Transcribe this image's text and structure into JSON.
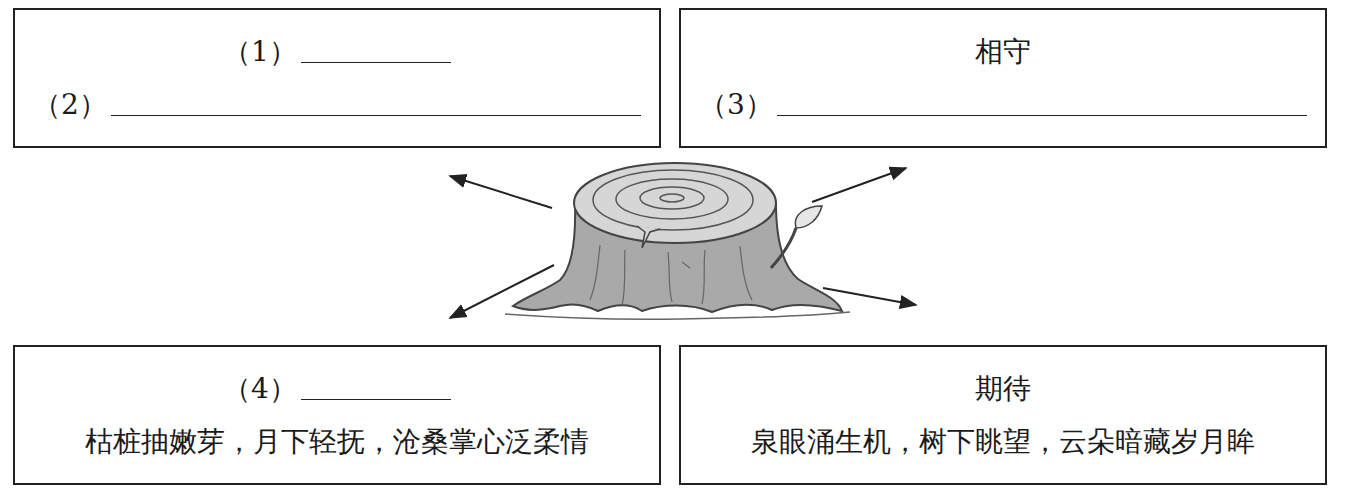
{
  "diagram": {
    "nodes": [
      {
        "text": [
          "（1）",
          "（2）"
        ]
      },
      {
        "text": [
          "相守",
          "（3）"
        ]
      },
      {
        "text": [
          "（4）",
          "枯桩抽嫩芽，月下轻抚，沧桑掌心泛柔情"
        ]
      },
      {
        "text": [
          "期待",
          "泉眼涌生机，树下眺望，云朵暗藏岁月眸"
        ]
      }
    ]
  }
}
